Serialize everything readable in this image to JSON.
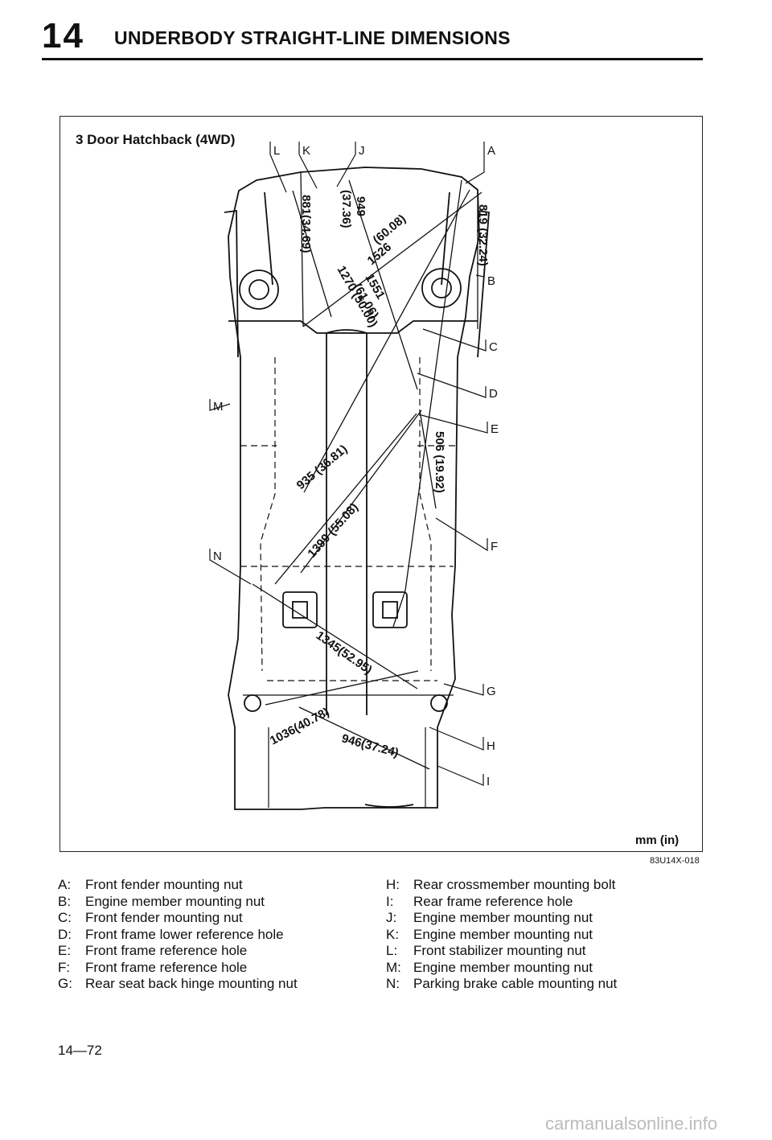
{
  "header": {
    "chapter_number": "14",
    "chapter_title": "UNDERBODY STRAIGHT-LINE DIMENSIONS"
  },
  "figure": {
    "title": "3 Door Hatchback (4WD)",
    "units": "mm (in)",
    "code": "83U14X-018",
    "point_labels": [
      "A",
      "B",
      "C",
      "D",
      "E",
      "F",
      "G",
      "H",
      "I",
      "J",
      "K",
      "L",
      "M",
      "N"
    ],
    "dimensions": [
      {
        "text": "819 (32.24)"
      },
      {
        "text": "881(34.69)"
      },
      {
        "text": "949"
      },
      {
        "text": "(37.36)"
      },
      {
        "text": "1270 (50.00)"
      },
      {
        "text": "1526"
      },
      {
        "text": "(60.08)"
      },
      {
        "text": "1551"
      },
      {
        "text": "(61.06)"
      },
      {
        "text": "506 (19.92)"
      },
      {
        "text": "935 (36.81)"
      },
      {
        "text": "1399 (55.08)"
      },
      {
        "text": "1345(52.95)"
      },
      {
        "text": "1036(40.78)"
      },
      {
        "text": "946(37.24)"
      }
    ]
  },
  "legend": {
    "left": [
      {
        "key": "A:",
        "text": "Front fender mounting nut"
      },
      {
        "key": "B:",
        "text": "Engine member mounting nut"
      },
      {
        "key": "C:",
        "text": "Front fender mounting nut"
      },
      {
        "key": "D:",
        "text": "Front frame lower reference hole"
      },
      {
        "key": "E:",
        "text": "Front frame reference hole"
      },
      {
        "key": "F:",
        "text": "Front frame reference hole"
      },
      {
        "key": "G:",
        "text": "Rear seat back hinge mounting nut"
      }
    ],
    "right": [
      {
        "key": "H:",
        "text": "Rear crossmember mounting bolt"
      },
      {
        "key": "I:",
        "text": "Rear frame reference hole"
      },
      {
        "key": "J:",
        "text": "Engine member mounting nut"
      },
      {
        "key": "K:",
        "text": "Engine member mounting nut"
      },
      {
        "key": "L:",
        "text": "Front stabilizer mounting nut"
      },
      {
        "key": "M:",
        "text": "Engine member mounting nut"
      },
      {
        "key": "N:",
        "text": "Parking brake cable mounting nut"
      }
    ]
  },
  "page_number": "14—72",
  "watermark": "carmanualsonline.info"
}
